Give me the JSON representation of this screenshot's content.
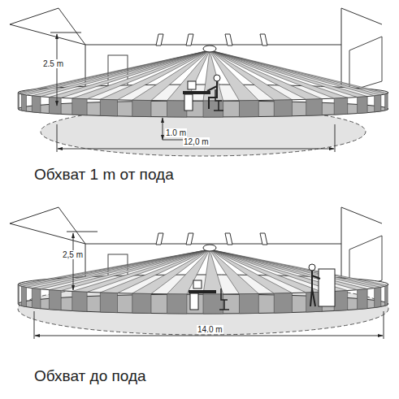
{
  "diagram": {
    "labels": [
      "2.5 m",
      "1.0 m",
      "12,0 m",
      "Обхват 1 m от пода",
      "2,5 m",
      "14.0 m",
      "Обхват до пода"
    ]
  }
}
